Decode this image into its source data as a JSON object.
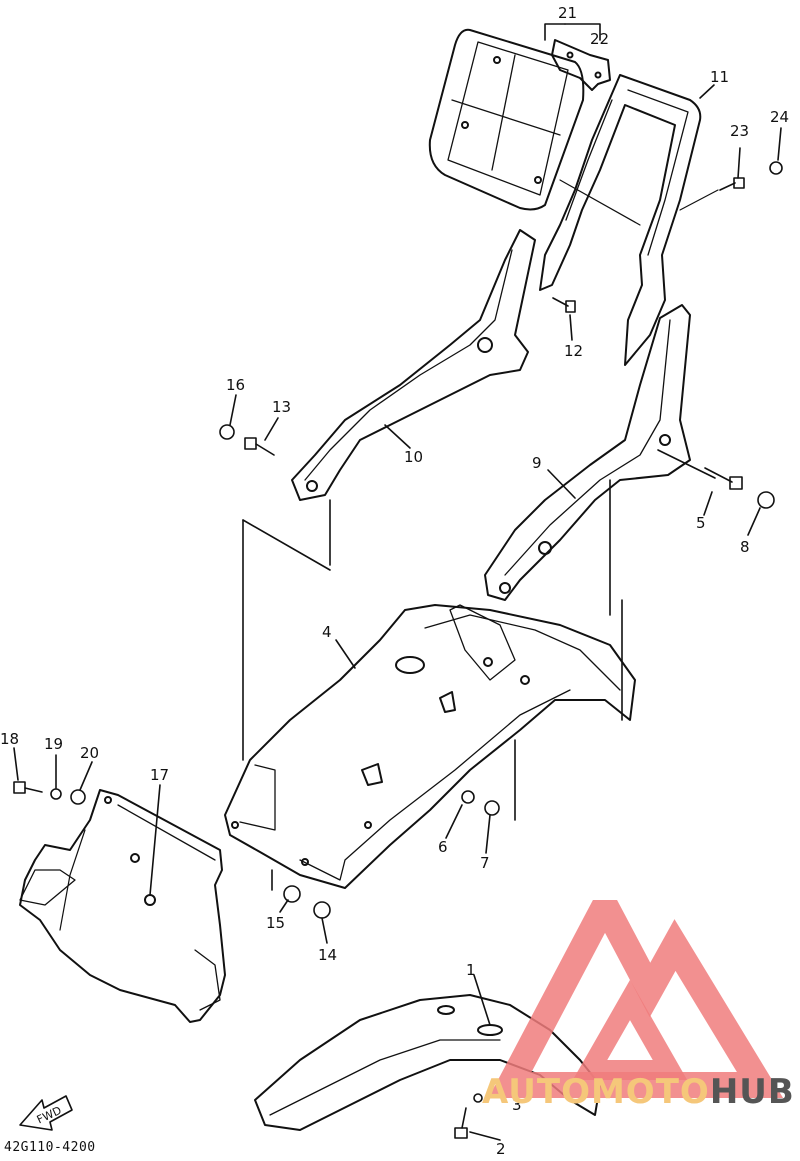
{
  "diagram_code": "42G110-4200",
  "fwd_label": "FWD",
  "watermark": {
    "word_a": "AUTOMOTO",
    "word_b": "HUB"
  },
  "callouts": [
    {
      "n": "1"
    },
    {
      "n": "2"
    },
    {
      "n": "3"
    },
    {
      "n": "4"
    },
    {
      "n": "5"
    },
    {
      "n": "6"
    },
    {
      "n": "7"
    },
    {
      "n": "8"
    },
    {
      "n": "9"
    },
    {
      "n": "10"
    },
    {
      "n": "11"
    },
    {
      "n": "12"
    },
    {
      "n": "13"
    },
    {
      "n": "14"
    },
    {
      "n": "15"
    },
    {
      "n": "16"
    },
    {
      "n": "17"
    },
    {
      "n": "18"
    },
    {
      "n": "19"
    },
    {
      "n": "20"
    },
    {
      "n": "21"
    },
    {
      "n": "22"
    },
    {
      "n": "23"
    },
    {
      "n": "24"
    }
  ]
}
